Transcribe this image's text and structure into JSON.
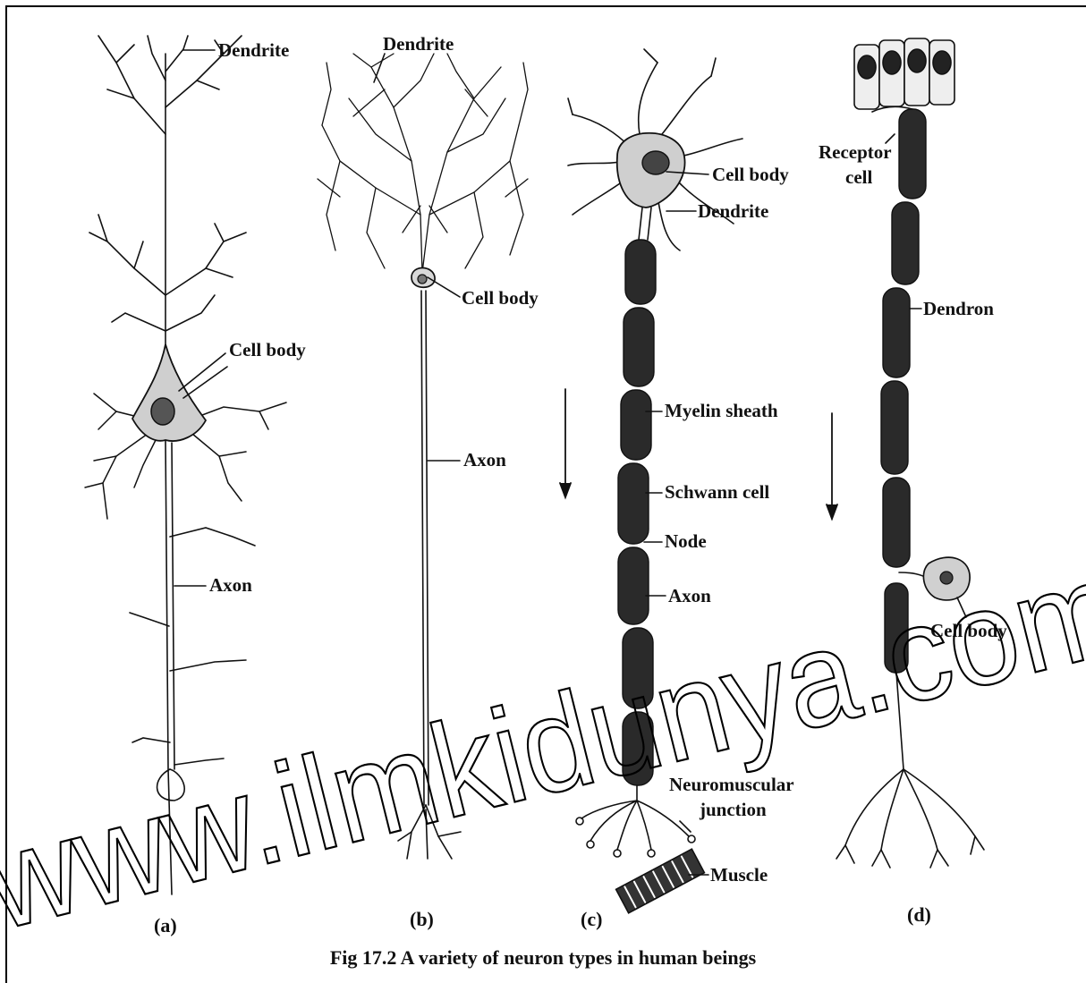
{
  "figure": {
    "caption": "Fig 17.2 A variety of neuron types in human beings",
    "watermark": "www.ilmkidunya.com",
    "panels": {
      "a": {
        "tag": "(a)",
        "labels": {
          "dendrite": "Dendrite",
          "cell_body": "Cell body",
          "axon": "Axon"
        }
      },
      "b": {
        "tag": "(b)",
        "labels": {
          "dendrite": "Dendrite",
          "cell_body": "Cell body",
          "axon": "Axon"
        }
      },
      "c": {
        "tag": "(c)",
        "labels": {
          "cell_body": "Cell body",
          "dendrite": "Dendrite",
          "myelin_sheath": "Myelin sheath",
          "schwann_cell": "Schwann cell",
          "node": "Node",
          "axon": "Axon",
          "neuromuscular_1": "Neuromuscular",
          "neuromuscular_2": "junction",
          "muscle": "Muscle"
        }
      },
      "d": {
        "tag": "(d)",
        "labels": {
          "receptor_1": "Receptor",
          "receptor_2": "cell",
          "dendron": "Dendron",
          "cell_body": "Cell body"
        }
      }
    },
    "colors": {
      "ink": "#111111",
      "background": "#ffffff",
      "myelin": "#2a2a2a"
    }
  }
}
